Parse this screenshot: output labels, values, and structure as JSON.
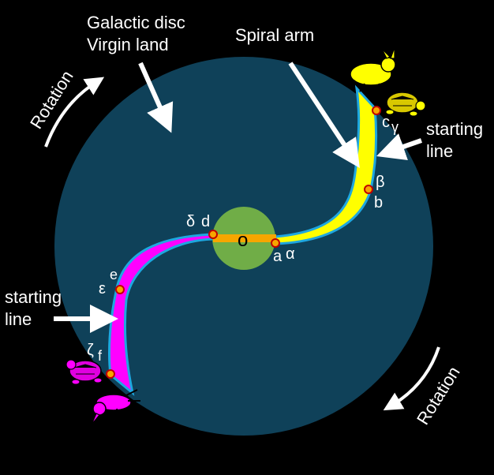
{
  "colors": {
    "background": "#000000",
    "disc": "#0f4159",
    "core": "#70ad47",
    "bar": "#f7a600",
    "arm_upper": "#ffff00",
    "arm_lower": "#ff00ff",
    "arm_edge": "#1ea7e0",
    "arrow": "#ffffff",
    "point_fill": "#f7a600",
    "point_ring": "#c00000"
  },
  "labels": {
    "disc_title_1": "Galactic disc",
    "disc_title_2": "Virgin land",
    "spiral_arm": "Spiral arm",
    "rotation_top": "Rotation",
    "rotation_bottom": "Rotation",
    "starting_line_right_1": "starting",
    "starting_line_right_2": "line",
    "starting_line_left_1": "starting",
    "starting_line_left_2": "line",
    "center": "o"
  },
  "points": {
    "a": "a",
    "alpha": "α",
    "b": "b",
    "beta": "β",
    "c": "c",
    "gamma": "γ",
    "d": "d",
    "delta": "δ",
    "e": "e",
    "epsilon": "ε",
    "f": "f",
    "zeta": "ζ"
  },
  "icons": {
    "rabbit_top": "rabbit-icon",
    "turtle_top": "turtle-icon",
    "rabbit_bottom": "rabbit-icon",
    "turtle_bottom": "turtle-icon"
  }
}
